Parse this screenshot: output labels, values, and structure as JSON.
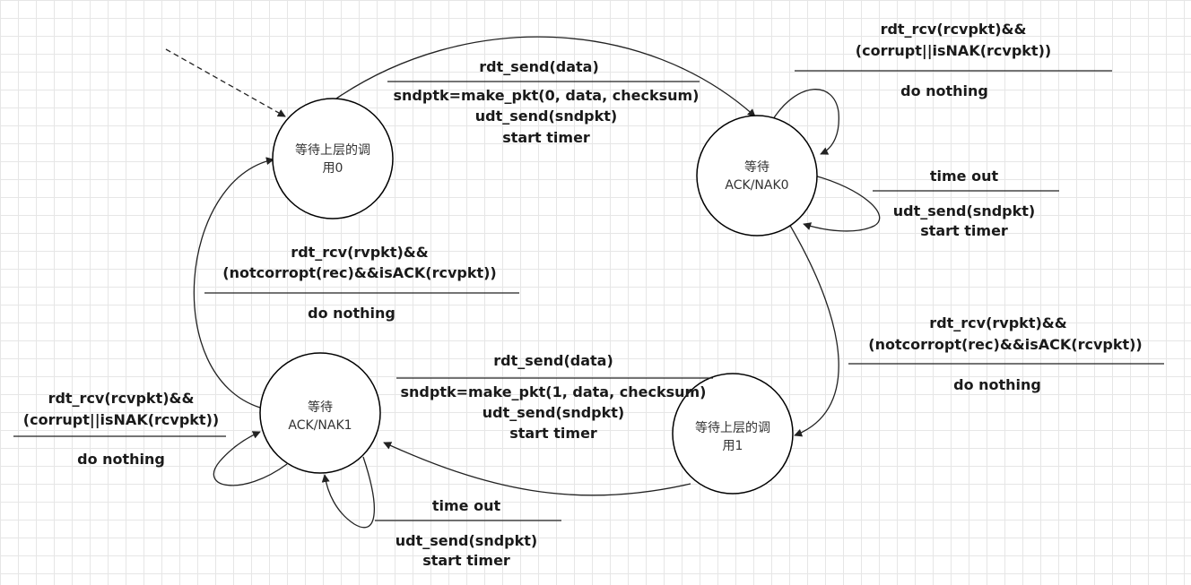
{
  "states": {
    "s0": {
      "line1": "等待上层的调",
      "line2": "用0"
    },
    "s1": {
      "line1": "等待",
      "line2": "ACK/NAK0"
    },
    "s2": {
      "line1": "等待上层的调",
      "line2": "用1"
    },
    "s3": {
      "line1": "等待",
      "line2": "ACK/NAK1"
    }
  },
  "transitions": {
    "t_s0_s1": {
      "event": "rdt_send(data)",
      "actions": [
        "sndptk=make_pkt(0, data, checksum)",
        "udt_send(sndpkt)",
        "start timer"
      ]
    },
    "t_s1_self_corrupt": {
      "event": [
        "rdt_rcv(rcvpkt)&&",
        "(corrupt||isNAK(rcvpkt))"
      ],
      "actions": [
        "do nothing"
      ]
    },
    "t_s1_timeout": {
      "event": "time out",
      "actions": [
        "udt_send(sndpkt)",
        "start timer"
      ]
    },
    "t_s1_s2": {
      "event": [
        "rdt_rcv(rvpkt)&&",
        "(notcorropt(rec)&&isACK(rcvpkt))"
      ],
      "actions": [
        "do nothing"
      ]
    },
    "t_s2_s3": {
      "event": "rdt_send(data)",
      "actions": [
        "sndptk=make_pkt(1, data, checksum)",
        "udt_send(sndpkt)",
        "start timer"
      ]
    },
    "t_s3_self_corrupt": {
      "event": [
        "rdt_rcv(rcvpkt)&&",
        "(corrupt||isNAK(rcvpkt))"
      ],
      "actions": [
        "do nothing"
      ]
    },
    "t_s3_timeout": {
      "event": "time out",
      "actions": [
        "udt_send(sndpkt)",
        "start timer"
      ]
    },
    "t_s3_s0": {
      "event": [
        "rdt_rcv(rvpkt)&&",
        "(notcorropt(rec)&&isACK(rcvpkt))"
      ],
      "actions": [
        "do nothing"
      ]
    }
  }
}
